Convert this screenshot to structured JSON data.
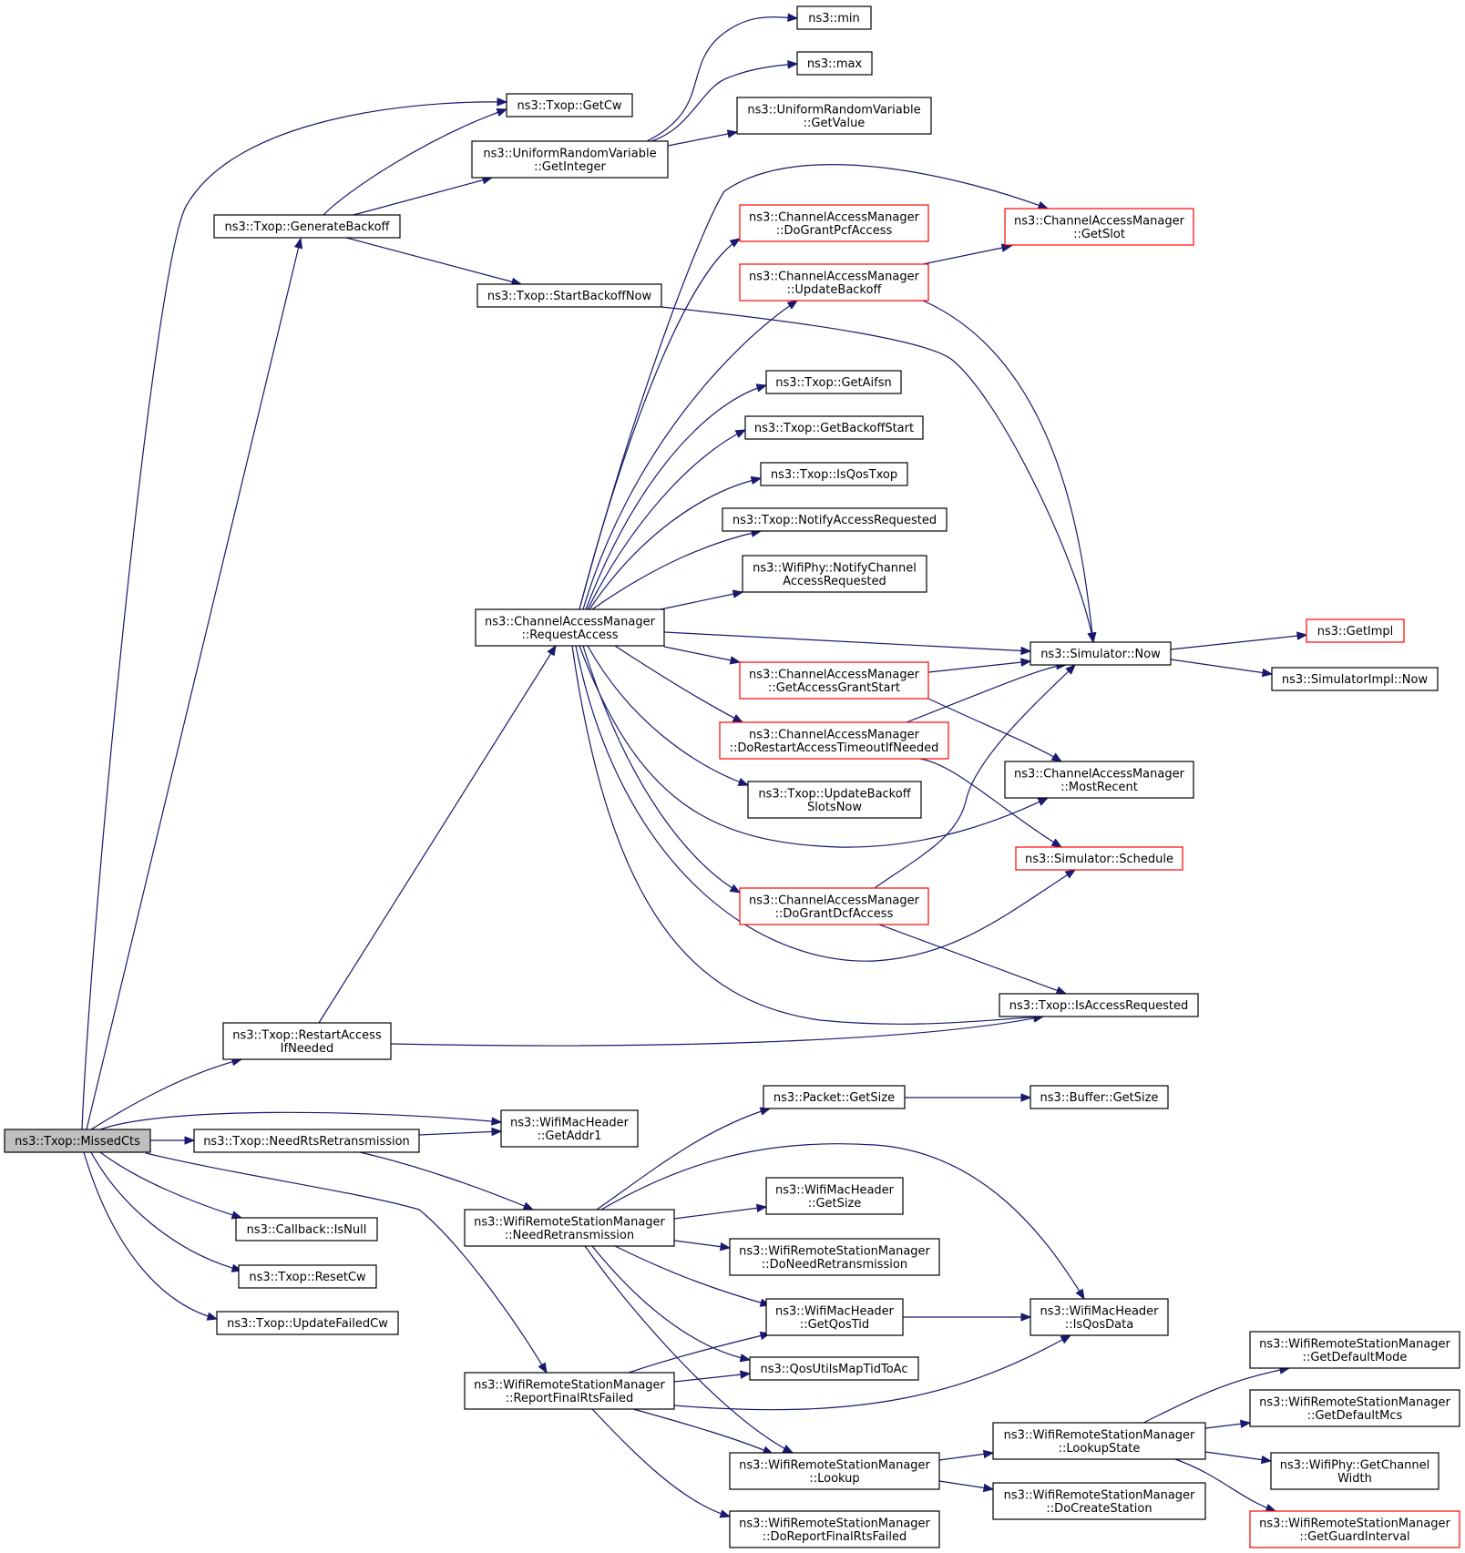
{
  "diagram": {
    "colors": {
      "edge": "#191970",
      "node_border": "#000000",
      "node_border_red": "#ff0000",
      "node_fill": "#ffffff",
      "root_fill": "#bfbfbf"
    },
    "nodes": [
      {
        "id": "missedcts",
        "lines": [
          "ns3::Txop::MissedCts"
        ],
        "style": "root"
      },
      {
        "id": "getcw",
        "lines": [
          "ns3::Txop::GetCw"
        ],
        "style": "normal"
      },
      {
        "id": "generatebackoff",
        "lines": [
          "ns3::Txop::GenerateBackoff"
        ],
        "style": "normal"
      },
      {
        "id": "getinteger",
        "lines": [
          "ns3::UniformRandomVariable",
          "::GetInteger"
        ],
        "style": "normal"
      },
      {
        "id": "min",
        "lines": [
          "ns3::min"
        ],
        "style": "normal"
      },
      {
        "id": "max",
        "lines": [
          "ns3::max"
        ],
        "style": "normal"
      },
      {
        "id": "getvalue",
        "lines": [
          "ns3::UniformRandomVariable",
          "::GetValue"
        ],
        "style": "normal"
      },
      {
        "id": "startbackoffnow",
        "lines": [
          "ns3::Txop::StartBackoffNow"
        ],
        "style": "normal"
      },
      {
        "id": "dograntpcf",
        "lines": [
          "ns3::ChannelAccessManager",
          "::DoGrantPcfAccess"
        ],
        "style": "red"
      },
      {
        "id": "getslot",
        "lines": [
          "ns3::ChannelAccessManager",
          "::GetSlot"
        ],
        "style": "red"
      },
      {
        "id": "updatebackoff",
        "lines": [
          "ns3::ChannelAccessManager",
          "::UpdateBackoff"
        ],
        "style": "red"
      },
      {
        "id": "getaifsn",
        "lines": [
          "ns3::Txop::GetAifsn"
        ],
        "style": "normal"
      },
      {
        "id": "getbackoffstart",
        "lines": [
          "ns3::Txop::GetBackoffStart"
        ],
        "style": "normal"
      },
      {
        "id": "isqostxop",
        "lines": [
          "ns3::Txop::IsQosTxop"
        ],
        "style": "normal"
      },
      {
        "id": "notifyaccessrequested",
        "lines": [
          "ns3::Txop::NotifyAccessRequested"
        ],
        "style": "normal"
      },
      {
        "id": "notifychannel",
        "lines": [
          "ns3::WifiPhy::NotifyChannel",
          "AccessRequested"
        ],
        "style": "normal"
      },
      {
        "id": "requestaccess",
        "lines": [
          "ns3::ChannelAccessManager",
          "::RequestAccess"
        ],
        "style": "normal"
      },
      {
        "id": "simnow",
        "lines": [
          "ns3::Simulator::Now"
        ],
        "style": "normal"
      },
      {
        "id": "getimpl",
        "lines": [
          "ns3::GetImpl"
        ],
        "style": "red"
      },
      {
        "id": "simimplnow",
        "lines": [
          "ns3::SimulatorImpl::Now"
        ],
        "style": "normal"
      },
      {
        "id": "getaccessgrantstart",
        "lines": [
          "ns3::ChannelAccessManager",
          "::GetAccessGrantStart"
        ],
        "style": "red"
      },
      {
        "id": "dorestart",
        "lines": [
          "ns3::ChannelAccessManager",
          "::DoRestartAccessTimeoutIfNeeded"
        ],
        "style": "red"
      },
      {
        "id": "mostrecent",
        "lines": [
          "ns3::ChannelAccessManager",
          "::MostRecent"
        ],
        "style": "normal"
      },
      {
        "id": "updatebackoffslots",
        "lines": [
          "ns3::Txop::UpdateBackoff",
          "SlotsNow"
        ],
        "style": "normal"
      },
      {
        "id": "schedule",
        "lines": [
          "ns3::Simulator::Schedule"
        ],
        "style": "red"
      },
      {
        "id": "dograntdcf",
        "lines": [
          "ns3::ChannelAccessManager",
          "::DoGrantDcfAccess"
        ],
        "style": "red"
      },
      {
        "id": "isaccessrequested",
        "lines": [
          "ns3::Txop::IsAccessRequested"
        ],
        "style": "normal"
      },
      {
        "id": "restartaccess",
        "lines": [
          "ns3::Txop::RestartAccess",
          "IfNeeded"
        ],
        "style": "normal"
      },
      {
        "id": "packetgetsize",
        "lines": [
          "ns3::Packet::GetSize"
        ],
        "style": "normal"
      },
      {
        "id": "buffergetsize",
        "lines": [
          "ns3::Buffer::GetSize"
        ],
        "style": "normal"
      },
      {
        "id": "getaddr1",
        "lines": [
          "ns3::WifiMacHeader",
          "::GetAddr1"
        ],
        "style": "normal"
      },
      {
        "id": "needrts",
        "lines": [
          "ns3::Txop::NeedRtsRetransmission"
        ],
        "style": "normal"
      },
      {
        "id": "machdrgetsize",
        "lines": [
          "ns3::WifiMacHeader",
          "::GetSize"
        ],
        "style": "normal"
      },
      {
        "id": "needretrans",
        "lines": [
          "ns3::WifiRemoteStationManager",
          "::NeedRetransmission"
        ],
        "style": "normal"
      },
      {
        "id": "doneedretrans",
        "lines": [
          "ns3::WifiRemoteStationManager",
          "::DoNeedRetransmission"
        ],
        "style": "normal"
      },
      {
        "id": "isnull",
        "lines": [
          "ns3::Callback::IsNull"
        ],
        "style": "normal"
      },
      {
        "id": "resetcw",
        "lines": [
          "ns3::Txop::ResetCw"
        ],
        "style": "normal"
      },
      {
        "id": "getqostid",
        "lines": [
          "ns3::WifiMacHeader",
          "::GetQosTid"
        ],
        "style": "normal"
      },
      {
        "id": "isqosdata",
        "lines": [
          "ns3::WifiMacHeader",
          "::IsQosData"
        ],
        "style": "normal"
      },
      {
        "id": "updatefailedcw",
        "lines": [
          "ns3::Txop::UpdateFailedCw"
        ],
        "style": "normal"
      },
      {
        "id": "qosutils",
        "lines": [
          "ns3::QosUtilsMapTidToAc"
        ],
        "style": "normal"
      },
      {
        "id": "reportfinalrts",
        "lines": [
          "ns3::WifiRemoteStationManager",
          "::ReportFinalRtsFailed"
        ],
        "style": "normal"
      },
      {
        "id": "getdefaultmode",
        "lines": [
          "ns3::WifiRemoteStationManager",
          "::GetDefaultMode"
        ],
        "style": "normal"
      },
      {
        "id": "lookupstate",
        "lines": [
          "ns3::WifiRemoteStationManager",
          "::LookupState"
        ],
        "style": "normal"
      },
      {
        "id": "getdefaultmcs",
        "lines": [
          "ns3::WifiRemoteStationManager",
          "::GetDefaultMcs"
        ],
        "style": "normal"
      },
      {
        "id": "lookup",
        "lines": [
          "ns3::WifiRemoteStationManager",
          "::Lookup"
        ],
        "style": "normal"
      },
      {
        "id": "getchannelwidth",
        "lines": [
          "ns3::WifiPhy::GetChannel",
          "Width"
        ],
        "style": "normal"
      },
      {
        "id": "docreatestation",
        "lines": [
          "ns3::WifiRemoteStationManager",
          "::DoCreateStation"
        ],
        "style": "normal"
      },
      {
        "id": "getguardinterval",
        "lines": [
          "ns3::WifiRemoteStationManager",
          "::GetGuardInterval"
        ],
        "style": "red"
      },
      {
        "id": "doreportfinalrts",
        "lines": [
          "ns3::WifiRemoteStationManager",
          "::DoReportFinalRtsFailed"
        ],
        "style": "normal"
      }
    ],
    "edges": [
      [
        "missedcts",
        "getcw"
      ],
      [
        "missedcts",
        "generatebackoff"
      ],
      [
        "missedcts",
        "restartaccess"
      ],
      [
        "missedcts",
        "getaddr1"
      ],
      [
        "missedcts",
        "needrts"
      ],
      [
        "missedcts",
        "isnull"
      ],
      [
        "missedcts",
        "resetcw"
      ],
      [
        "missedcts",
        "updatefailedcw"
      ],
      [
        "missedcts",
        "reportfinalrts"
      ],
      [
        "generatebackoff",
        "getcw"
      ],
      [
        "generatebackoff",
        "getinteger"
      ],
      [
        "generatebackoff",
        "startbackoffnow"
      ],
      [
        "getinteger",
        "min"
      ],
      [
        "getinteger",
        "max"
      ],
      [
        "getinteger",
        "getvalue"
      ],
      [
        "startbackoffnow",
        "simnow"
      ],
      [
        "requestaccess",
        "getslot"
      ],
      [
        "requestaccess",
        "dograntpcf"
      ],
      [
        "requestaccess",
        "updatebackoff"
      ],
      [
        "requestaccess",
        "getaifsn"
      ],
      [
        "requestaccess",
        "getbackoffstart"
      ],
      [
        "requestaccess",
        "isqostxop"
      ],
      [
        "requestaccess",
        "notifyaccessrequested"
      ],
      [
        "requestaccess",
        "notifychannel"
      ],
      [
        "requestaccess",
        "simnow"
      ],
      [
        "requestaccess",
        "getaccessgrantstart"
      ],
      [
        "requestaccess",
        "dorestart"
      ],
      [
        "requestaccess",
        "updatebackoffslots"
      ],
      [
        "requestaccess",
        "mostrecent"
      ],
      [
        "requestaccess",
        "dograntdcf"
      ],
      [
        "requestaccess",
        "schedule"
      ],
      [
        "requestaccess",
        "isaccessrequested"
      ],
      [
        "updatebackoff",
        "getslot"
      ],
      [
        "updatebackoff",
        "simnow"
      ],
      [
        "simnow",
        "getimpl"
      ],
      [
        "simnow",
        "simimplnow"
      ],
      [
        "getaccessgrantstart",
        "simnow"
      ],
      [
        "getaccessgrantstart",
        "mostrecent"
      ],
      [
        "dorestart",
        "simnow"
      ],
      [
        "dorestart",
        "schedule"
      ],
      [
        "dograntdcf",
        "simnow"
      ],
      [
        "dograntdcf",
        "isaccessrequested"
      ],
      [
        "restartaccess",
        "requestaccess"
      ],
      [
        "restartaccess",
        "isaccessrequested"
      ],
      [
        "needrts",
        "getaddr1"
      ],
      [
        "needrts",
        "needretrans"
      ],
      [
        "needretrans",
        "packetgetsize"
      ],
      [
        "needretrans",
        "isqosdata"
      ],
      [
        "needretrans",
        "machdrgetsize"
      ],
      [
        "needretrans",
        "doneedretrans"
      ],
      [
        "needretrans",
        "getqostid"
      ],
      [
        "needretrans",
        "qosutils"
      ],
      [
        "needretrans",
        "lookup"
      ],
      [
        "packetgetsize",
        "buffergetsize"
      ],
      [
        "getqostid",
        "isqosdata"
      ],
      [
        "reportfinalrts",
        "getqostid"
      ],
      [
        "reportfinalrts",
        "qosutils"
      ],
      [
        "reportfinalrts",
        "isqosdata"
      ],
      [
        "reportfinalrts",
        "lookup"
      ],
      [
        "reportfinalrts",
        "doreportfinalrts"
      ],
      [
        "lookup",
        "lookupstate"
      ],
      [
        "lookup",
        "docreatestation"
      ],
      [
        "lookupstate",
        "getdefaultmode"
      ],
      [
        "lookupstate",
        "getdefaultmcs"
      ],
      [
        "lookupstate",
        "getchannelwidth"
      ],
      [
        "lookupstate",
        "getguardinterval"
      ]
    ]
  }
}
